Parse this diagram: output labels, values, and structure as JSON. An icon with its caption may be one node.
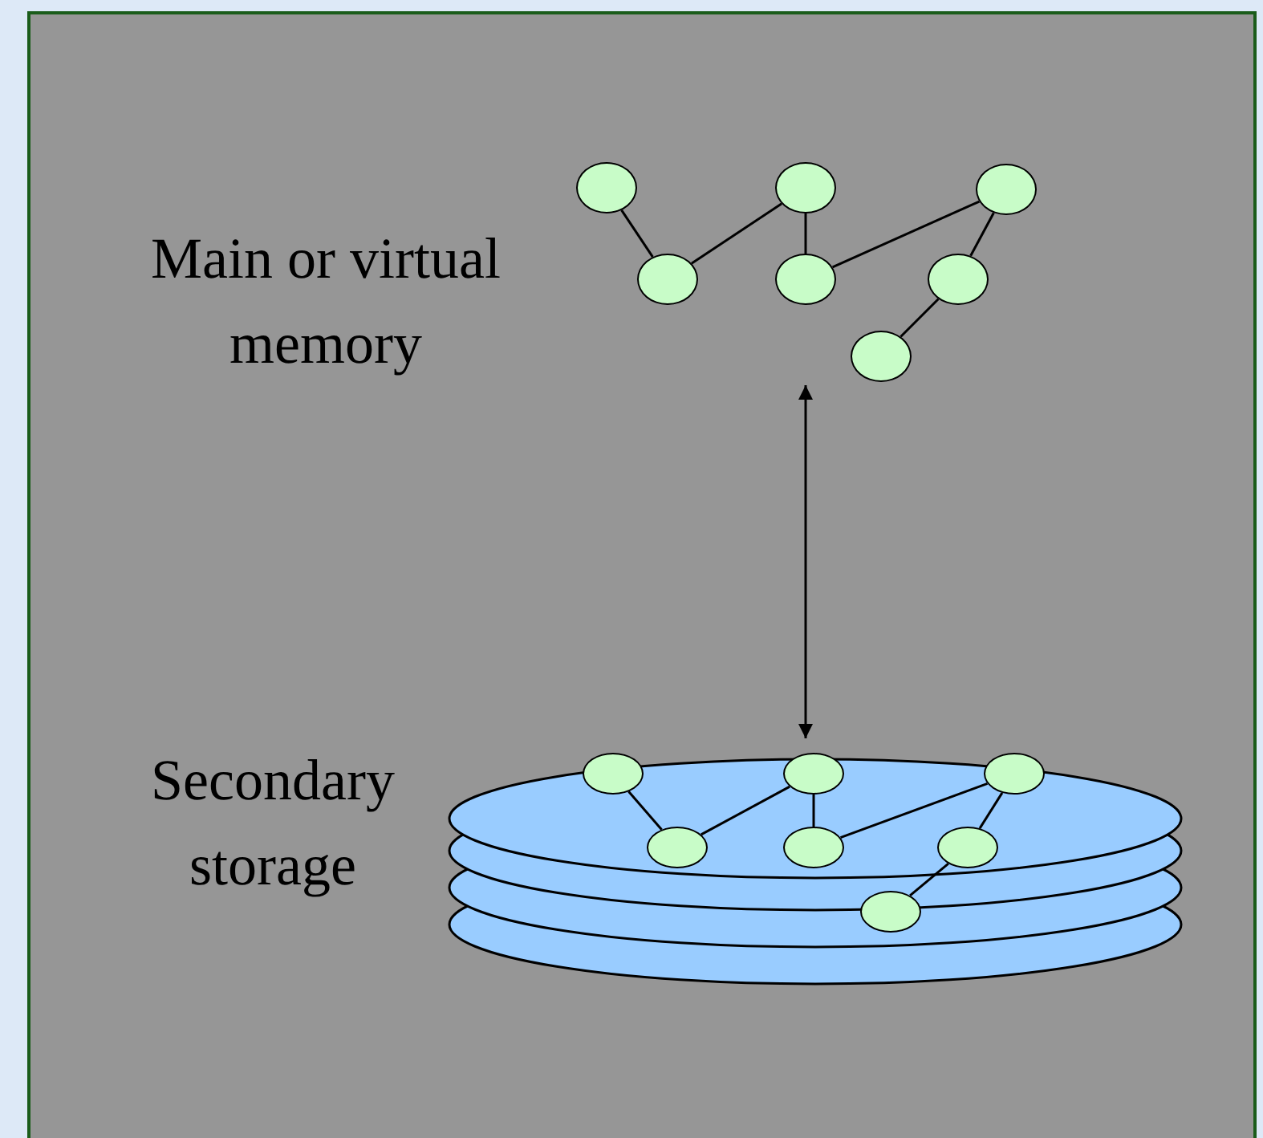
{
  "diagram": {
    "nodes": [
      {
        "text": [],
        "shape": "picture",
        "beside": [
          "Main or virtual memory"
        ]
      },
      {
        "text": [],
        "shape": "circle",
        "in": 0
      },
      {
        "text": [],
        "shape": "circle",
        "in": 0
      },
      {
        "text": [],
        "shape": "circle",
        "in": 0
      },
      {
        "text": [],
        "shape": "circle",
        "in": 0
      },
      {
        "text": [],
        "shape": "circle",
        "in": 0
      },
      {
        "text": [],
        "shape": "circle",
        "in": 0
      },
      {
        "text": [],
        "shape": "circle",
        "in": 0
      },
      {
        "text": [],
        "shape": "cylinder",
        "beside": [
          "Secondary storage"
        ]
      },
      {
        "text": [],
        "shape": "circle"
      },
      {
        "text": [],
        "shape": "circle"
      },
      {
        "text": [],
        "shape": "circle"
      },
      {
        "text": [],
        "shape": "circle"
      },
      {
        "text": [],
        "shape": "circle"
      },
      {
        "text": [],
        "shape": "circle"
      },
      {
        "text": [],
        "shape": "circle",
        "in": 8
      }
    ],
    "edges": [
      {
        "from": 1,
        "to": 4,
        "arrow": "none"
      },
      {
        "from": 4,
        "to": 2,
        "arrow": "none"
      },
      {
        "from": 2,
        "to": 5,
        "arrow": "none"
      },
      {
        "from": 5,
        "to": 3,
        "arrow": "none"
      },
      {
        "from": 3,
        "to": 6,
        "arrow": "none"
      },
      {
        "from": 6,
        "to": 7,
        "arrow": "none"
      },
      {
        "from": 0,
        "to": 8,
        "arrow": "both"
      },
      {
        "from": 9,
        "to": 12,
        "arrow": "none"
      },
      {
        "from": 12,
        "to": 10,
        "arrow": "none"
      },
      {
        "from": 10,
        "to": 13,
        "arrow": "none"
      },
      {
        "from": 13,
        "to": 11,
        "arrow": "none"
      },
      {
        "from": 11,
        "to": 14,
        "arrow": "none"
      },
      {
        "from": 14,
        "to": 15,
        "arrow": "none"
      }
    ]
  }
}
